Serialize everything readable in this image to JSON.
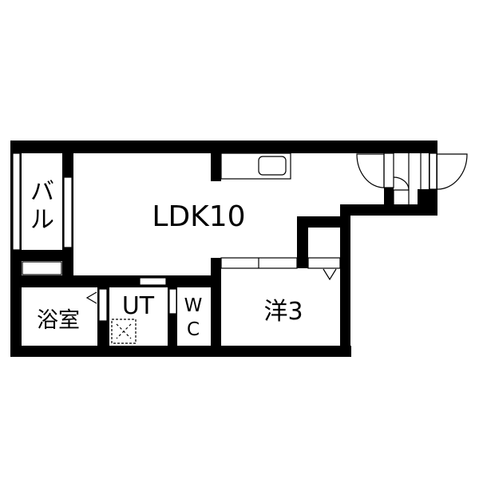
{
  "rooms": {
    "ldk": "LDK10",
    "western": "洋3",
    "balcony_line1": "バ",
    "balcony_line2": "ル",
    "bath": "浴室",
    "utility": "UT",
    "wc_line1": "W",
    "wc_line2": "C"
  },
  "colors": {
    "wall": "#000000",
    "background": "#ffffff"
  }
}
